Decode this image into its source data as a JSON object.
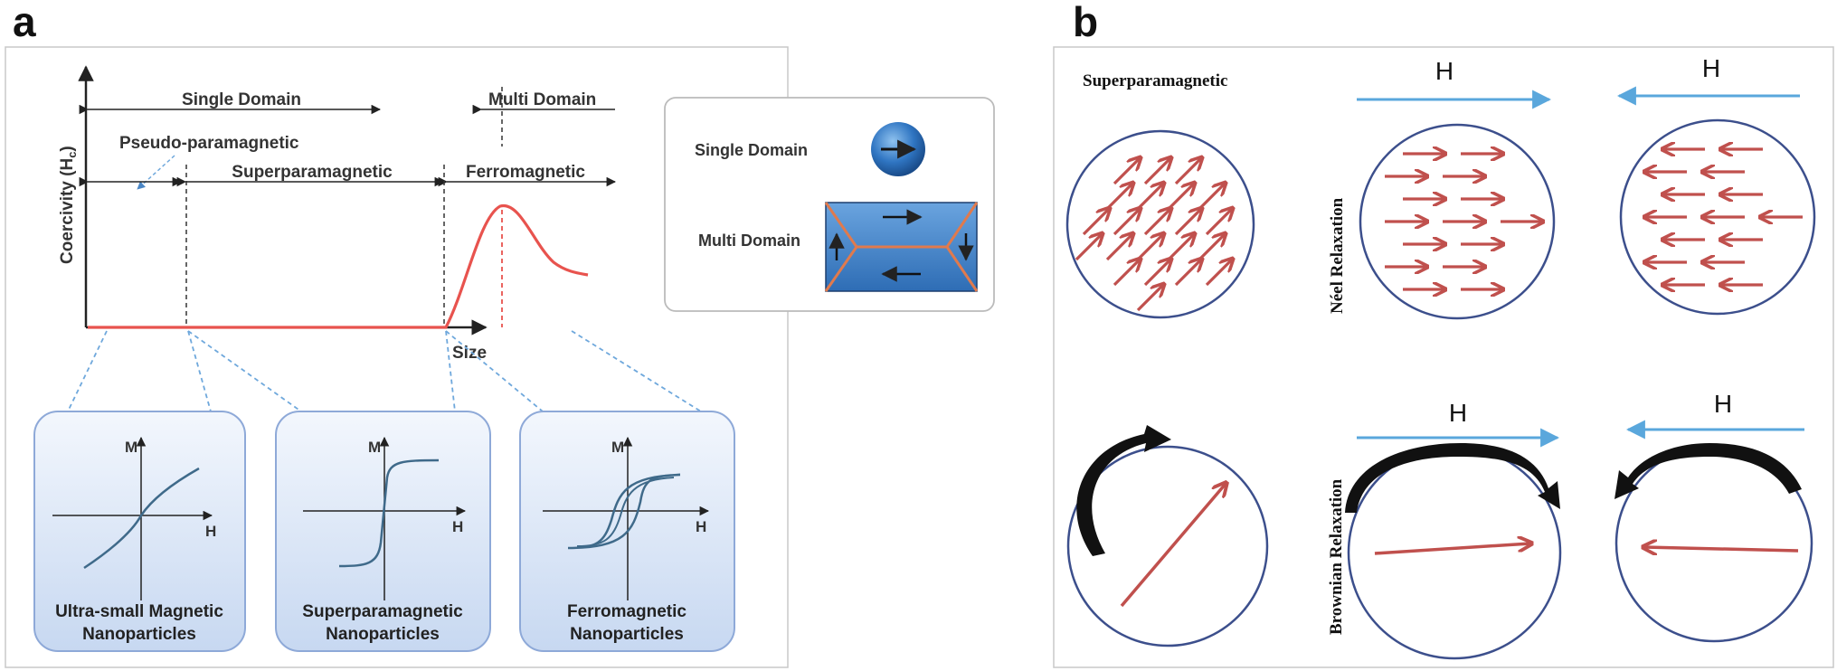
{
  "panel_a": {
    "label": "a",
    "y_axis": "Coercivity (H",
    "y_axis_sub": "c",
    "y_axis_end": ")",
    "x_axis": "Size",
    "single_domain": "Single Domain",
    "multi_domain": "Multi Domain",
    "pseudo_paramagnetic": "Pseudo-paramagnetic",
    "superparamagnetic": "Superparamagnetic",
    "ferromagnetic": "Ferromagnetic",
    "legend_single": "Single Domain",
    "legend_multi": "Multi Domain",
    "loop_m": "M",
    "loop_h": "H",
    "boxes": [
      {
        "line1": "Ultra-small Magnetic",
        "line2": "Nanoparticles"
      },
      {
        "line1": "Superparamagnetic",
        "line2": "Nanoparticles"
      },
      {
        "line1": "Ferromagnetic",
        "line2": "Nanoparticles"
      }
    ],
    "colors": {
      "curve": "#e8534e",
      "box_fill": "#dbe6f7",
      "box_stroke": "#8ea9d8",
      "guide": "#6fa8dc"
    }
  },
  "panel_b": {
    "label": "b",
    "superparamagnetic": "Superparamagnetic",
    "neel": "Néel Relaxation",
    "brownian": "Brownian Relaxation",
    "field": "H",
    "colors": {
      "arrow": "#c0504d",
      "circle": "#3c4f8c",
      "field_arrow": "#5aa7dc"
    }
  }
}
